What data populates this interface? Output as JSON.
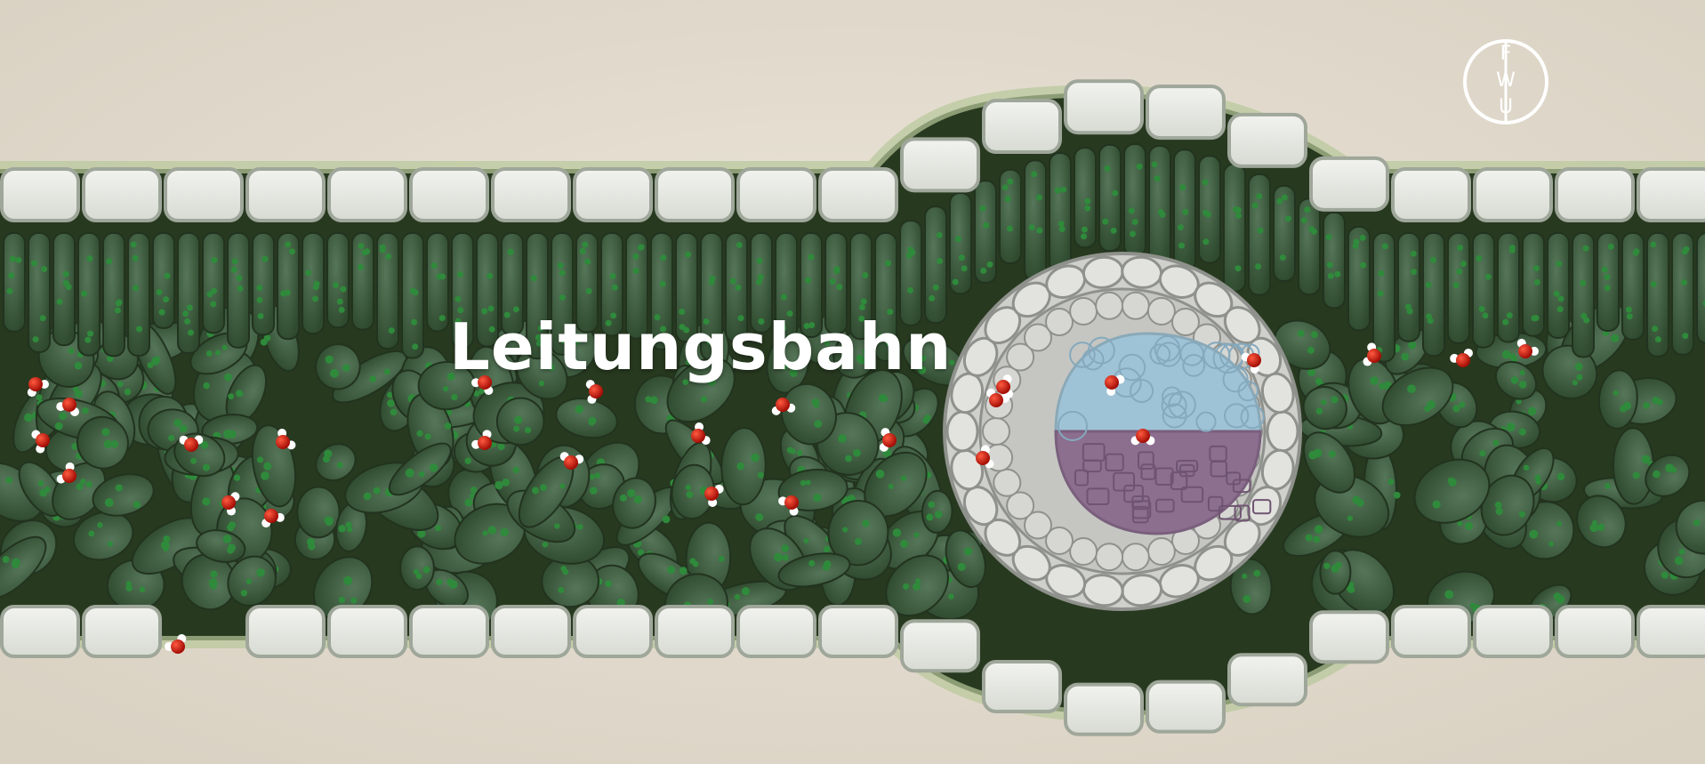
{
  "scene": {
    "label": "Leitungsbahn",
    "logo_text": "FWU",
    "logo_letters": [
      "F",
      "W",
      "U"
    ]
  },
  "colors": {
    "paper_background": "#e6dfd2",
    "epidermis_cell": "#e9ebe6",
    "epidermis_border": "#9fa69a",
    "cuticle": "#b8c79a",
    "mesophyll_cell": "#3d5a3a",
    "chloroplast": "#2f8a3b",
    "bundle_sheath": "#dcdcd8",
    "xylem": "#9fc3d6",
    "phloem": "#8c6e8f",
    "water_oxygen": "#c9150c",
    "water_hydrogen": "#ffffff"
  }
}
